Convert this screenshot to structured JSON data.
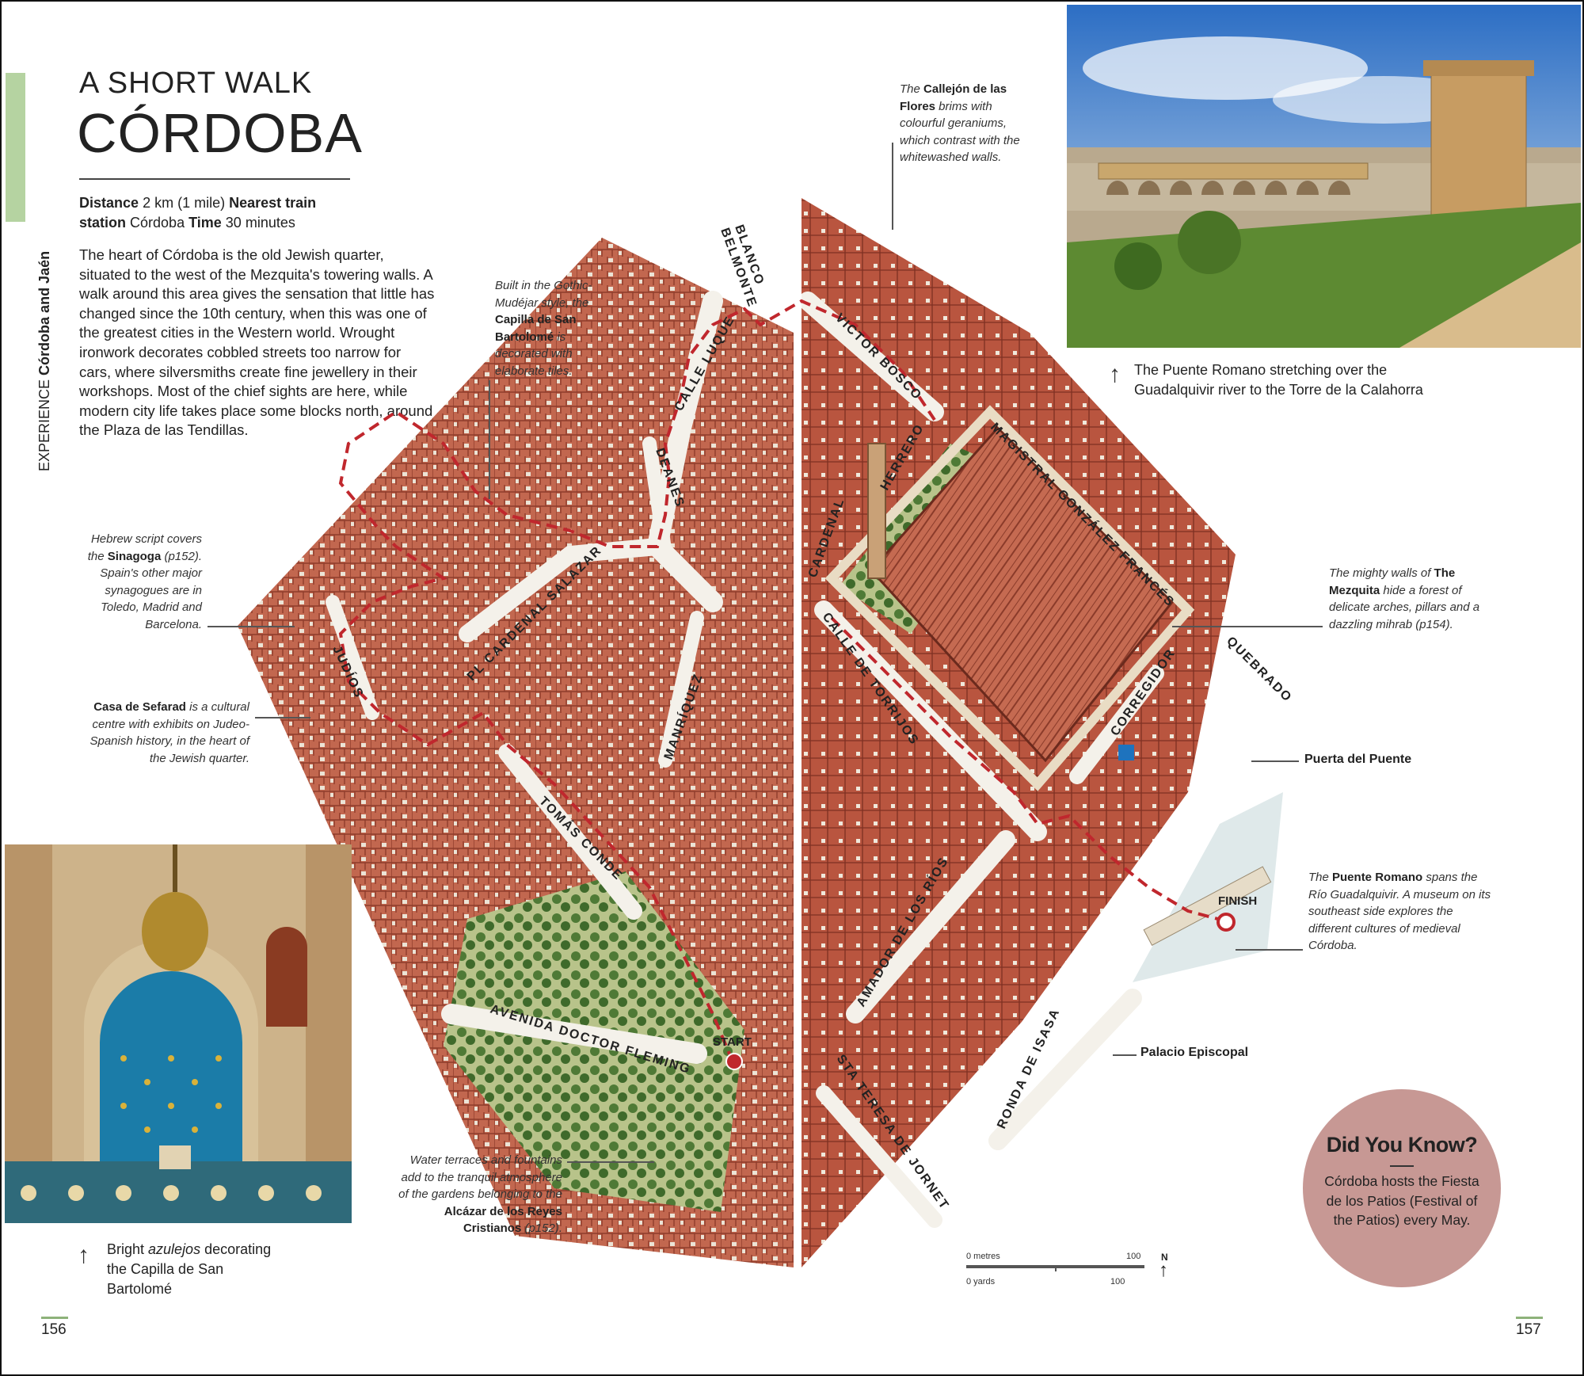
{
  "sidebar": {
    "prefix": "EXPERIENCE",
    "section": "Córdoba and Jaén"
  },
  "header": {
    "kicker": "A SHORT WALK",
    "title": "CÓRDOBA"
  },
  "info": {
    "distance_label": "Distance",
    "distance_value": "2 km (1 mile)",
    "train_label": "Nearest train station",
    "train_value": "Córdoba",
    "time_label": "Time",
    "time_value": "30 minutes"
  },
  "intro": "The heart of Córdoba is the old Jewish quarter, situated to the west of the Mezquita's towering walls. A walk around this area gives the sensation that little has changed since the 10th century, when this was one of the greatest cities in the Western world. Wrought ironwork decorates cobbled streets too narrow for cars, where silversmiths create fine jewellery in their workshops. Most of the chief sights are here, while modern city life takes place some blocks north, around the Plaza de las Tendillas.",
  "captions": {
    "bartolome": {
      "pre": "Built in the Gothic-Mudéjar style, the ",
      "bold": "Capilla de San Bartolomé",
      "post": " is decorated with elaborate tiles."
    },
    "flores": {
      "pre": "The ",
      "bold": "Callejón de las Flores",
      "post": " brims with colourful geraniums, which contrast with the whitewashed walls."
    },
    "sinagoga": {
      "pre": "Hebrew script covers the ",
      "bold": "Sinagoga",
      "post": " (p152). Spain's other major synagogues are in Toledo, Madrid and Barcelona."
    },
    "sefarad": {
      "pre": "",
      "bold": "Casa de Sefarad",
      "post": " is a cultural centre with exhibits on Judeo-Spanish history, in the heart of the Jewish quarter."
    },
    "mezquita": {
      "pre": "The mighty walls of ",
      "bold": "The Mezquita",
      "post": " hide a forest of delicate arches, pillars and a dazzling ",
      "italic_end": "mihrab",
      "tail": " (p154)."
    },
    "puente": {
      "pre": "The ",
      "bold": "Puente Romano",
      "post": " spans the Río Guadalquivir. A museum on its southeast side explores the different cultures of medieval Córdoba."
    },
    "alcazar": {
      "pre": "Water terraces and fountains add to the tranquil atmosphere of the gardens belonging to the ",
      "bold": "Alcázar de los Reyes Cristianos",
      "post": " (p152)."
    }
  },
  "labels": {
    "puerta": "Puerta del Puente",
    "palacio": "Palacio Episcopal",
    "start": "START",
    "finish": "FINISH"
  },
  "streets": {
    "blanco": "BLANCO",
    "belmonte": "BELMONTE",
    "victor_bosco": "VICTOR BOSCO",
    "calle_luque": "CALLE LUQUE",
    "deanes": "DEANES",
    "herrero": "HERRERO",
    "magistral": "MAGISTRAL GONZÁLEZ FRANCÉS",
    "cardenal": "CARDENAL",
    "pl_cardenal": "PL CARDENAL SALAZAR",
    "judios": "JUDÍOS",
    "manriquez": "MANRÍQUEZ",
    "torrijos": "CALLE DE TORRIJOS",
    "corregidor": "CORREGIDOR",
    "quebrado": "QUEBRADO",
    "tomas": "TOMÁS CONDE",
    "amador": "AMADOR DE LOS RÍOS",
    "avenida": "AVENIDA DOCTOR FLEMING",
    "ronda": "RONDA DE ISASA",
    "sta_teresa": "STA TERESA DE JORNET"
  },
  "photos": {
    "top": {
      "caption": "The Puente Romano stretching over the Guadalquivir river to the Torre de la Calahorra"
    },
    "bottom": {
      "caption_pre": "Bright ",
      "caption_italic": "azulejos",
      "caption_post": " decorating the Capilla de San Bartolomé"
    }
  },
  "scale": {
    "metres_label": "0 metres",
    "metres_value": "100",
    "yards_label": "0 yards",
    "yards_value": "100",
    "north": "N"
  },
  "did_you_know": {
    "title": "Did You Know?",
    "text": "Córdoba hosts the Fiesta de los Patios (Festival of the Patios) every May."
  },
  "pages": {
    "left": "156",
    "right": "157"
  },
  "colors": {
    "accent_green": "#b5d3a1",
    "route_red": "#c0272d",
    "roof": "#b9553f",
    "did_bg": "#c79894"
  }
}
